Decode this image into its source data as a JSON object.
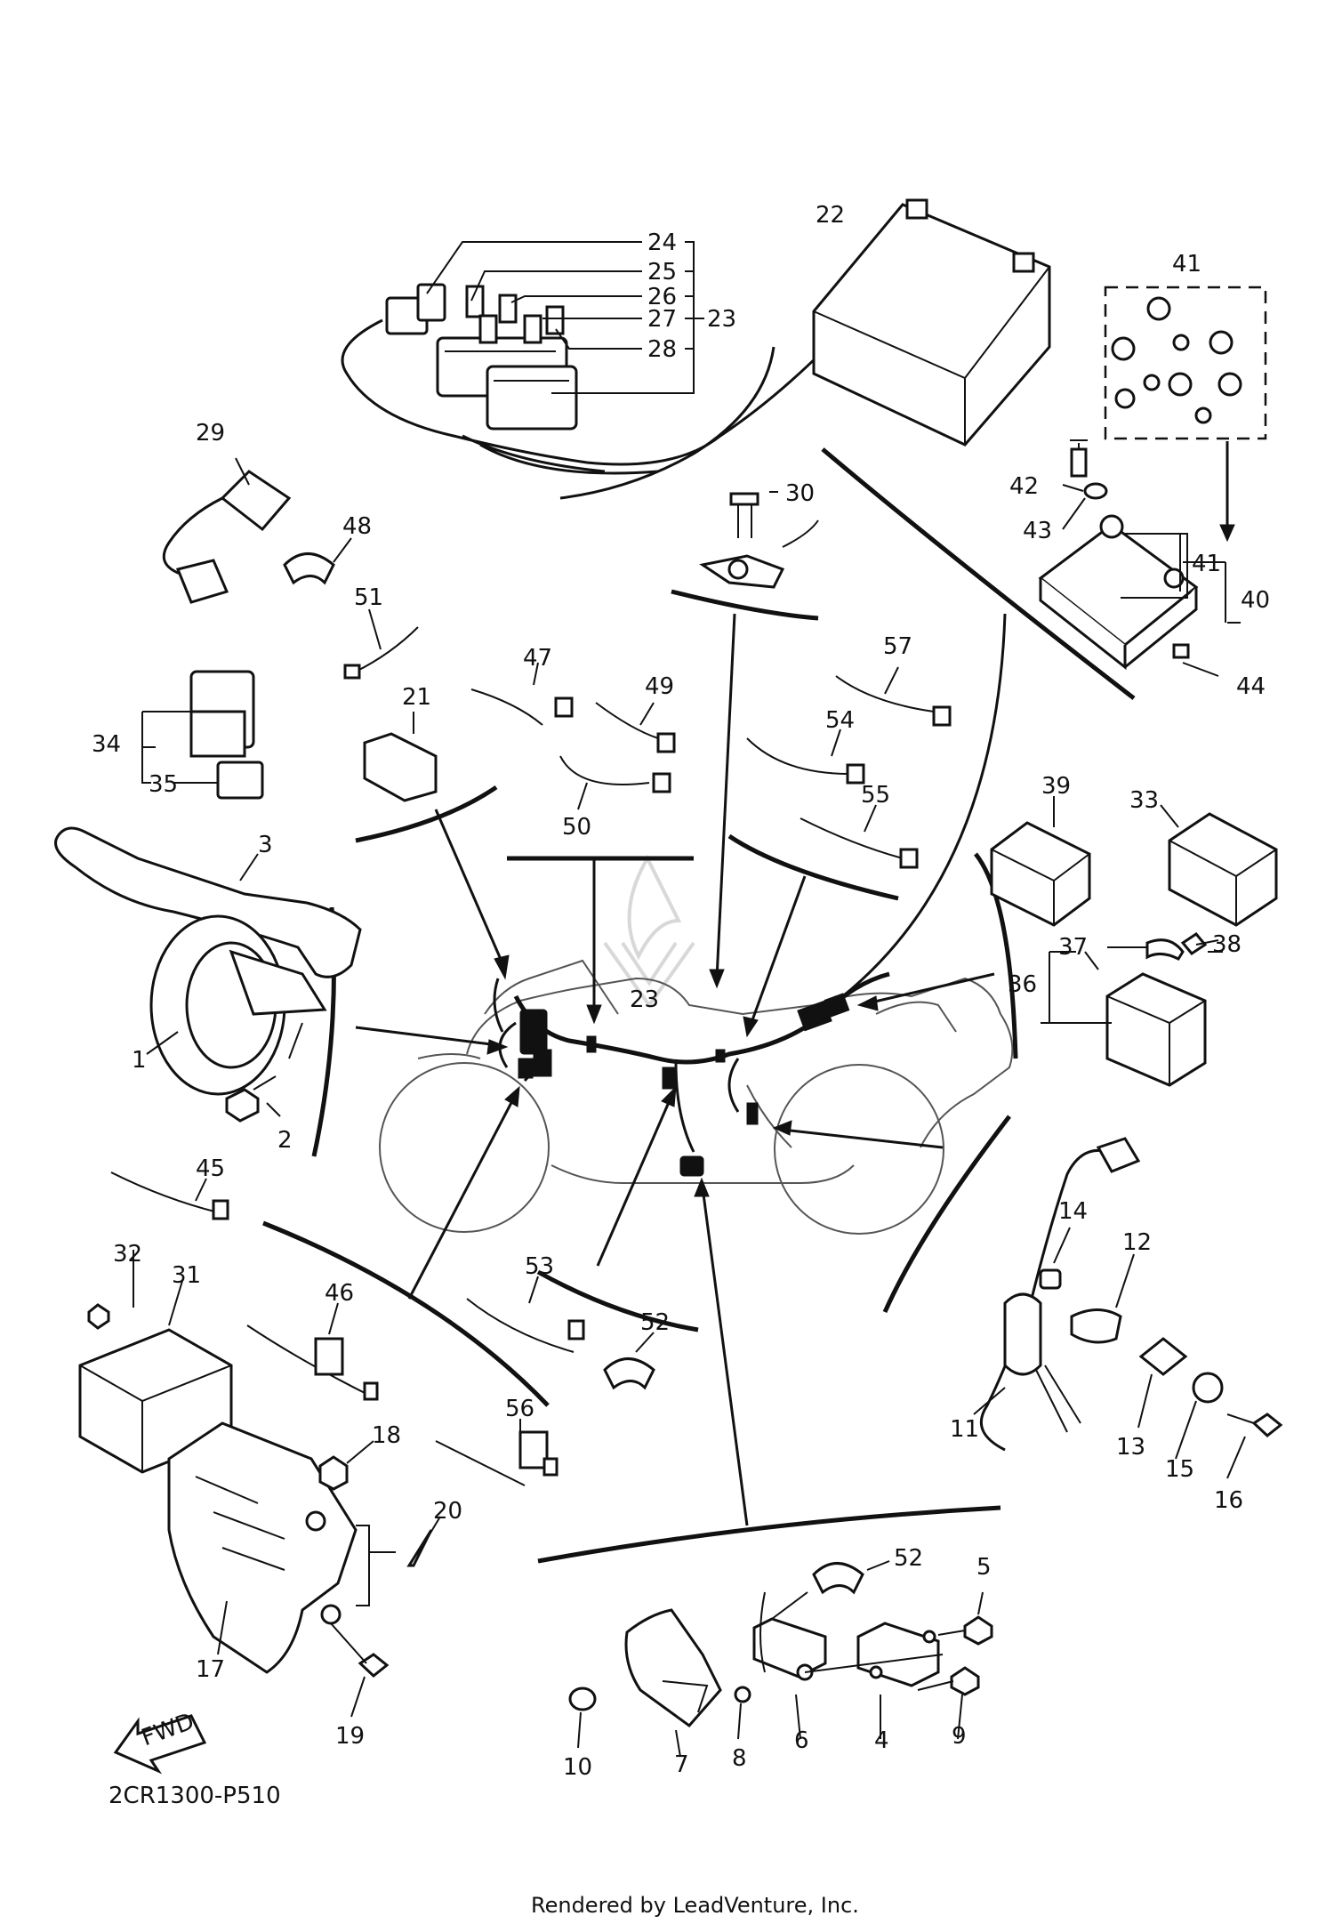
{
  "diagram": {
    "code": "2CR1300-P510",
    "fwd_label": "FWD",
    "footer": "Rendered by LeadVenture, Inc.",
    "callouts": [
      {
        "id": "c1",
        "label": "1"
      },
      {
        "id": "c2",
        "label": "2"
      },
      {
        "id": "c3",
        "label": "3"
      },
      {
        "id": "c4",
        "label": "4"
      },
      {
        "id": "c5",
        "label": "5"
      },
      {
        "id": "c6",
        "label": "6"
      },
      {
        "id": "c7",
        "label": "7"
      },
      {
        "id": "c8",
        "label": "8"
      },
      {
        "id": "c9",
        "label": "9"
      },
      {
        "id": "c10",
        "label": "10"
      },
      {
        "id": "c11",
        "label": "11"
      },
      {
        "id": "c12",
        "label": "12"
      },
      {
        "id": "c13",
        "label": "13"
      },
      {
        "id": "c14",
        "label": "14"
      },
      {
        "id": "c15",
        "label": "15"
      },
      {
        "id": "c16",
        "label": "16"
      },
      {
        "id": "c17",
        "label": "17"
      },
      {
        "id": "c18",
        "label": "18"
      },
      {
        "id": "c19",
        "label": "19"
      },
      {
        "id": "c20",
        "label": "20"
      },
      {
        "id": "c21",
        "label": "21"
      },
      {
        "id": "c22",
        "label": "22"
      },
      {
        "id": "c23a",
        "label": "23"
      },
      {
        "id": "c23b",
        "label": "23"
      },
      {
        "id": "c24",
        "label": "24"
      },
      {
        "id": "c25",
        "label": "25"
      },
      {
        "id": "c26",
        "label": "26"
      },
      {
        "id": "c27",
        "label": "27"
      },
      {
        "id": "c28",
        "label": "28"
      },
      {
        "id": "c29",
        "label": "29"
      },
      {
        "id": "c30",
        "label": "30"
      },
      {
        "id": "c31",
        "label": "31"
      },
      {
        "id": "c32",
        "label": "32"
      },
      {
        "id": "c33",
        "label": "33"
      },
      {
        "id": "c34",
        "label": "34"
      },
      {
        "id": "c35",
        "label": "35"
      },
      {
        "id": "c36",
        "label": "36"
      },
      {
        "id": "c37",
        "label": "37"
      },
      {
        "id": "c38",
        "label": "38"
      },
      {
        "id": "c39",
        "label": "39"
      },
      {
        "id": "c40",
        "label": "40"
      },
      {
        "id": "c41a",
        "label": "41"
      },
      {
        "id": "c41b",
        "label": "41"
      },
      {
        "id": "c42",
        "label": "42"
      },
      {
        "id": "c43",
        "label": "43"
      },
      {
        "id": "c44",
        "label": "44"
      },
      {
        "id": "c45",
        "label": "45"
      },
      {
        "id": "c46",
        "label": "46"
      },
      {
        "id": "c47",
        "label": "47"
      },
      {
        "id": "c48",
        "label": "48"
      },
      {
        "id": "c49",
        "label": "49"
      },
      {
        "id": "c50",
        "label": "50"
      },
      {
        "id": "c51",
        "label": "51"
      },
      {
        "id": "c52a",
        "label": "52"
      },
      {
        "id": "c52b",
        "label": "52"
      },
      {
        "id": "c53",
        "label": "53"
      },
      {
        "id": "c54",
        "label": "54"
      },
      {
        "id": "c55",
        "label": "55"
      },
      {
        "id": "c56",
        "label": "56"
      },
      {
        "id": "c57",
        "label": "57"
      }
    ]
  }
}
